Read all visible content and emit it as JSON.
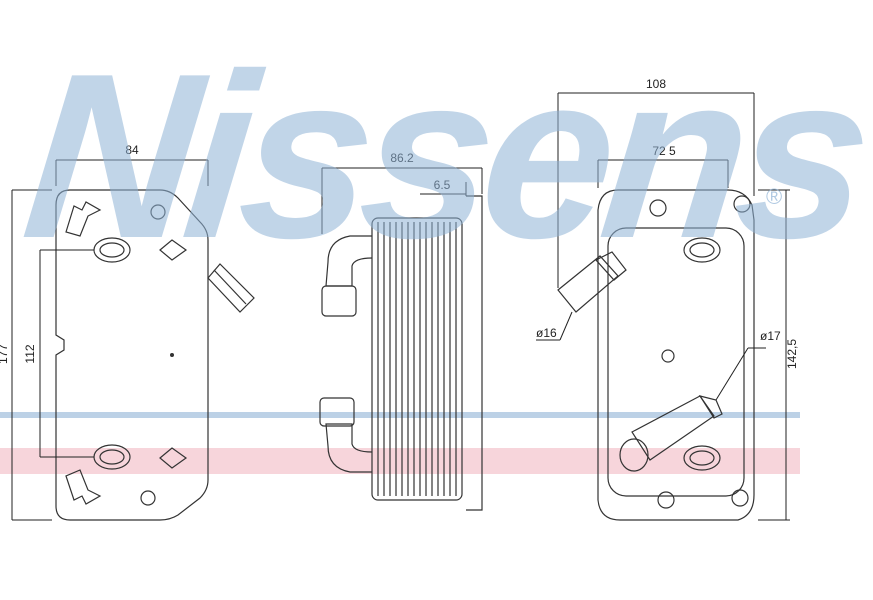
{
  "watermark": {
    "brand": "Nissens",
    "registered_mark": "®"
  },
  "dimensions": {
    "front_width": "84",
    "front_height": "177",
    "front_hole_spacing": "112",
    "side_depth": "86.2",
    "side_flange": "6.5",
    "rear_width": "108",
    "rear_inner_width": "72 5",
    "rear_height": "142,5",
    "pipe_diameter_a": "ø16",
    "pipe_diameter_b": "ø17"
  }
}
